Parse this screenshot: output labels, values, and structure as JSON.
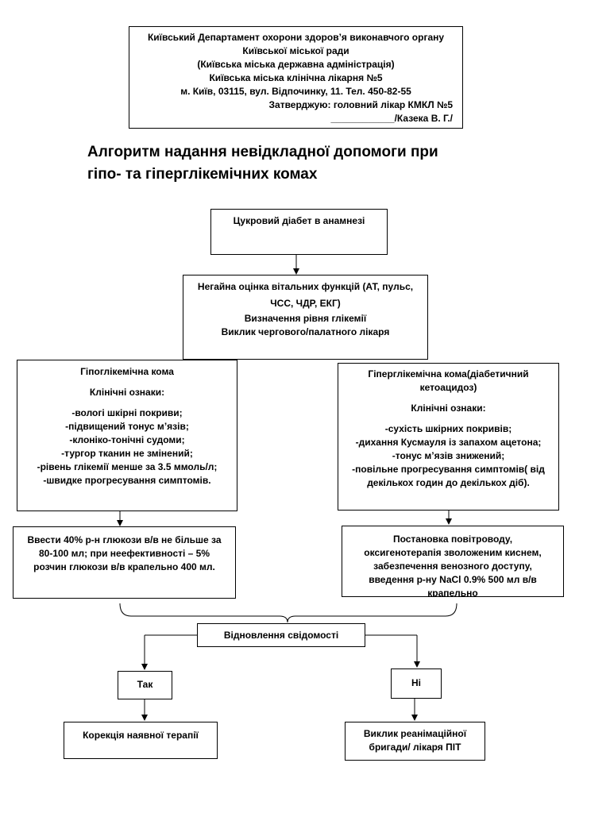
{
  "header": {
    "lines": [
      "Київський Департамент охорони здоров’я виконавчого органу",
      "Київської міської ради",
      "(Київська міська державна адміністрація)",
      "Київська міська клінічна лікарня №5",
      "м. Київ, 03115, вул. Відпочинку, 11. Тел. 450-82-55"
    ],
    "approve": "Затверджую: головний лікар КМКЛ №5",
    "signature": "____________/Казека В. Г./"
  },
  "title": {
    "line1": "Алгоритм надання невідкладної допомоги при",
    "line2": "гіпо- та гіперглікемічних комах"
  },
  "nodes": {
    "diabetes": "Цукровий діабет в анамнезі",
    "assessment": [
      "Негайна оцінка вітальних функцій (АТ, пульс,",
      "ЧСС, ЧДР, ЕКГ)",
      "Визначення рівня глікемії",
      "Виклик чергового/палатного лікаря"
    ],
    "hypo": {
      "title": "Гіпоглікемічна кома",
      "signs_label": "Клінічні ознаки:",
      "signs": [
        "-вологі шкірні покриви;",
        "-підвищений тонус м’язів;",
        "-клоніко-тонічні судоми;",
        "-тургор тканин не змінений;",
        "-рівень глікемії менше за 3.5 ммоль/л;",
        "-швидке прогресування симптомів."
      ]
    },
    "hyper": {
      "title": [
        "Гіперглікемічна кома(діабетичний",
        "кетоацидоз)"
      ],
      "signs_label": "Клінічні ознаки:",
      "signs": [
        "-сухість шкірних покривів;",
        "-дихання Кусмауля із запахом ацетона;",
        "-тонус м’язів знижений;",
        "-повільне прогресування симптомів( від",
        "декількох годин до декількох діб)."
      ]
    },
    "hypo_treatment": [
      "Ввести 40% р-н глюкози в/в не більше за",
      "80-100 мл; при неефективності – 5%",
      "розчин глюкози в/в крапельно 400 мл."
    ],
    "hyper_treatment": [
      "Постановка повітроводу,",
      "оксигенотерапія зволоженим киснем,",
      "забезпечення венозного доступу,",
      "введення р-ну NaCl 0.9% 500 мл в/в",
      "крапельно"
    ],
    "consciousness": "Відновлення свідомості",
    "yes": "Так",
    "no": "Ні",
    "correction": "Корекція наявної терапії",
    "icu": [
      "Виклик реанімаційної",
      "бригади/ лікаря ПІТ"
    ]
  }
}
